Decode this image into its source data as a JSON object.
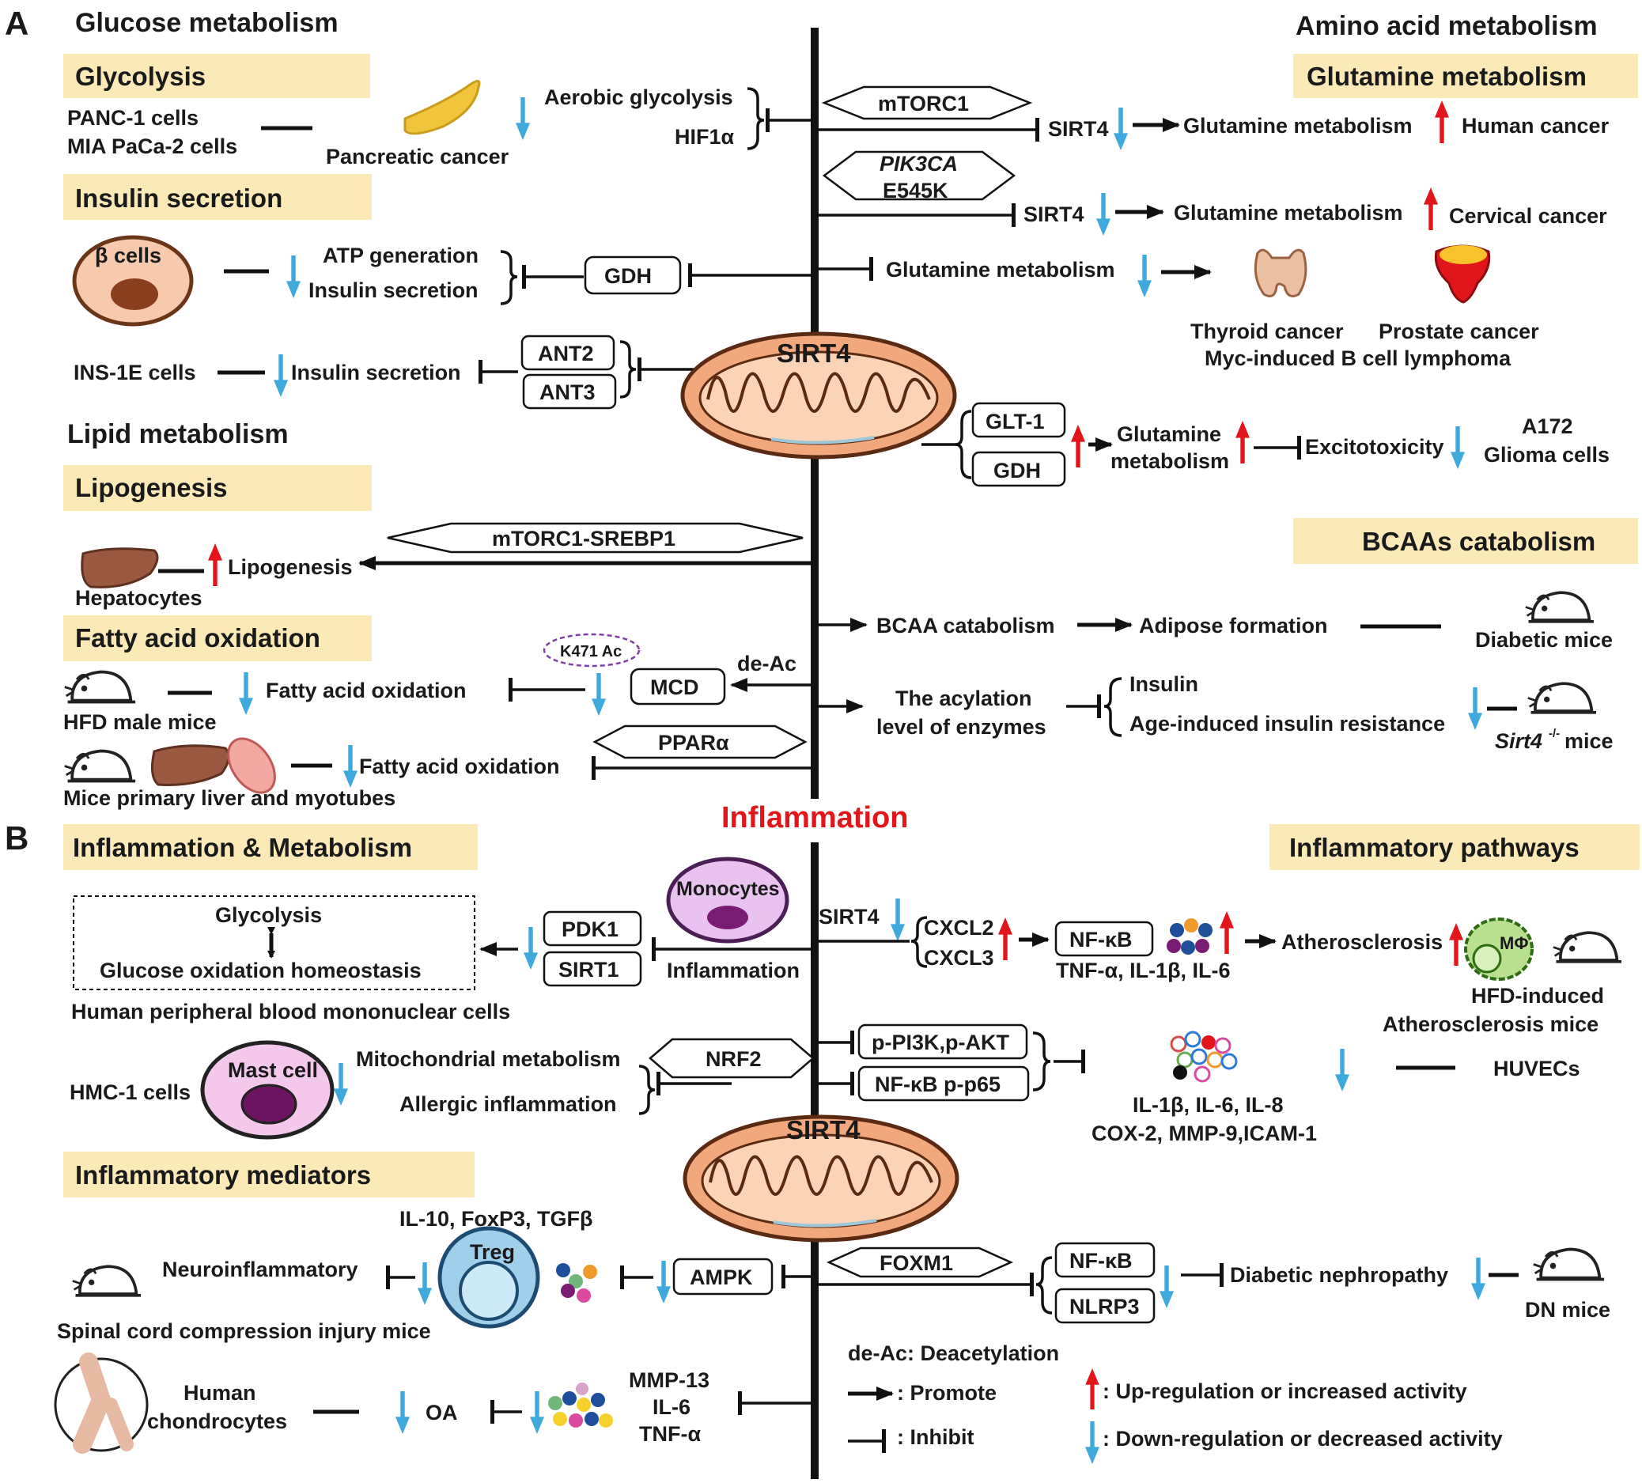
{
  "panels": {
    "a": "A",
    "b": "B"
  },
  "center": {
    "label": "SIRT4",
    "inflammation": "Inflammation"
  },
  "colors": {
    "up": "#e2151b",
    "down": "#3fa8dc",
    "section_bg": "#fbe9b7",
    "mito_fill": "#f2a77c",
    "inflammation_text": "#e2151b"
  },
  "a": {
    "glucose": {
      "title": "Glucose metabolism",
      "glycolysis": {
        "title": "Glycolysis",
        "cells1": "PANC-1 cells",
        "cells2": "MIA PaCa-2 cells",
        "disease": "Pancreatic cancer",
        "aerobic": "Aerobic glycolysis",
        "hif": "HIF1α",
        "mtorc1": "mTORC1"
      },
      "insulin": {
        "title": "Insulin secretion",
        "beta": "β cells",
        "atp": "ATP generation",
        "secretion": "Insulin secretion",
        "gdh": "GDH",
        "ins1e": "INS-1E cells",
        "secretion2": "Insulin secretion",
        "ant2": "ANT2",
        "ant3": "ANT3"
      }
    },
    "lipid": {
      "title": "Lipid metabolism",
      "lipogenesis": {
        "title": "Lipogenesis",
        "target": "mTORC1-SREBP1",
        "label": "Lipogenesis",
        "cells": "Hepatocytes"
      },
      "fao": {
        "title": "Fatty acid oxidation",
        "ac": "K471 Ac",
        "deac": "de-Ac",
        "mcd": "MCD",
        "label1": "Fatty acid oxidation",
        "mice1": "HFD male mice",
        "ppar": "PPARα",
        "label2": "Fatty acid oxidation",
        "mice2": "Mice primary liver and myotubes"
      }
    },
    "amino": {
      "title": "Amino acid metabolism",
      "glutamine": {
        "title": "Glutamine metabolism",
        "sirt4": "SIRT4",
        "gm": "Glutamine metabolism",
        "human": "Human cancer",
        "pik1": "PIK3CA",
        "pik2": "E545K",
        "sirt4b": "SIRT4",
        "gm2": "Glutamine metabolism",
        "cervical": "Cervical cancer",
        "gm3": "Glutamine metabolism",
        "thyroid": "Thyroid cancer",
        "prostate": "Prostate cancer",
        "myc": "Myc-induced B cell lymphoma",
        "glt1": "GLT-1",
        "gdh": "GDH",
        "gm4a": "Glutamine",
        "gm4b": "metabolism",
        "excito": "Excitotoxicity",
        "a172": "A172",
        "glioma": "Glioma cells"
      },
      "bcaa": {
        "title": "BCAAs catabolism",
        "cat": "BCAA catabolism",
        "adipose": "Adipose formation",
        "diabetic": "Diabetic mice",
        "acyl1": "The acylation",
        "acyl2": "level of enzymes",
        "insulin": "Insulin",
        "age": "Age-induced insulin resistance",
        "sirt4ko": "Sirt4",
        "sirt4ko_sup": "-/-",
        "sirt4ko_suffix": " mice"
      }
    }
  },
  "b": {
    "im": {
      "title": "Inflammation & Metabolism",
      "glycolysis": "Glycolysis",
      "homeostasis": "Glucose oxidation homeostasis",
      "pbmc": "Human peripheral blood mononuclear cells",
      "pdk1": "PDK1",
      "sirt1": "SIRT1",
      "monocytes": "Monocytes",
      "inflam": "Inflammation",
      "hmc": "HMC-1 cells",
      "mast": "Mast cell",
      "mito": "Mitochondrial metabolism",
      "allergic": "Allergic inflammation",
      "nrf2": "NRF2"
    },
    "pathways": {
      "title": "Inflammatory pathways",
      "sirt4": "SIRT4",
      "cxcl2": "CXCL2",
      "cxcl3": "CXCL3",
      "nfkb": "NF-κB",
      "cytokines": "TNF-α, IL-1β, IL-6",
      "athero": "Atherosclerosis",
      "mphi": "MΦ",
      "hfd1": "HFD-induced",
      "hfd2": "Atherosclerosis mice",
      "pi3k": "p-PI3K,p-AKT",
      "nfkbp65": "NF-κB p-p65",
      "huvecs": "HUVECs",
      "il": "IL-1β, IL-6, IL-8",
      "cox": "COX-2, MMP-9,ICAM-1"
    },
    "mediators": {
      "title": "Inflammatory mediators",
      "treg_factors": "IL-10, FoxP3, TGFβ",
      "treg": "Treg",
      "neuro": "Neuroinflammatory",
      "scci": "Spinal cord compression injury mice",
      "ampk": "AMPK",
      "foxm1": "FOXM1",
      "nfkb": "NF-κB",
      "nlrp3": "NLRP3",
      "dn": "Diabetic nephropathy",
      "dnmice": "DN mice",
      "human1": "Human",
      "human2": "chondrocytes",
      "oa": "OA",
      "mmp13": "MMP-13",
      "il6": "IL-6",
      "tnf": "TNF-α"
    }
  },
  "legend": {
    "deac": "de-Ac: Deacetylation",
    "promote": ": Promote",
    "inhibit": ": Inhibit",
    "up": ": Up-regulation or increased activity",
    "down": ": Down-regulation or decreased activity"
  }
}
